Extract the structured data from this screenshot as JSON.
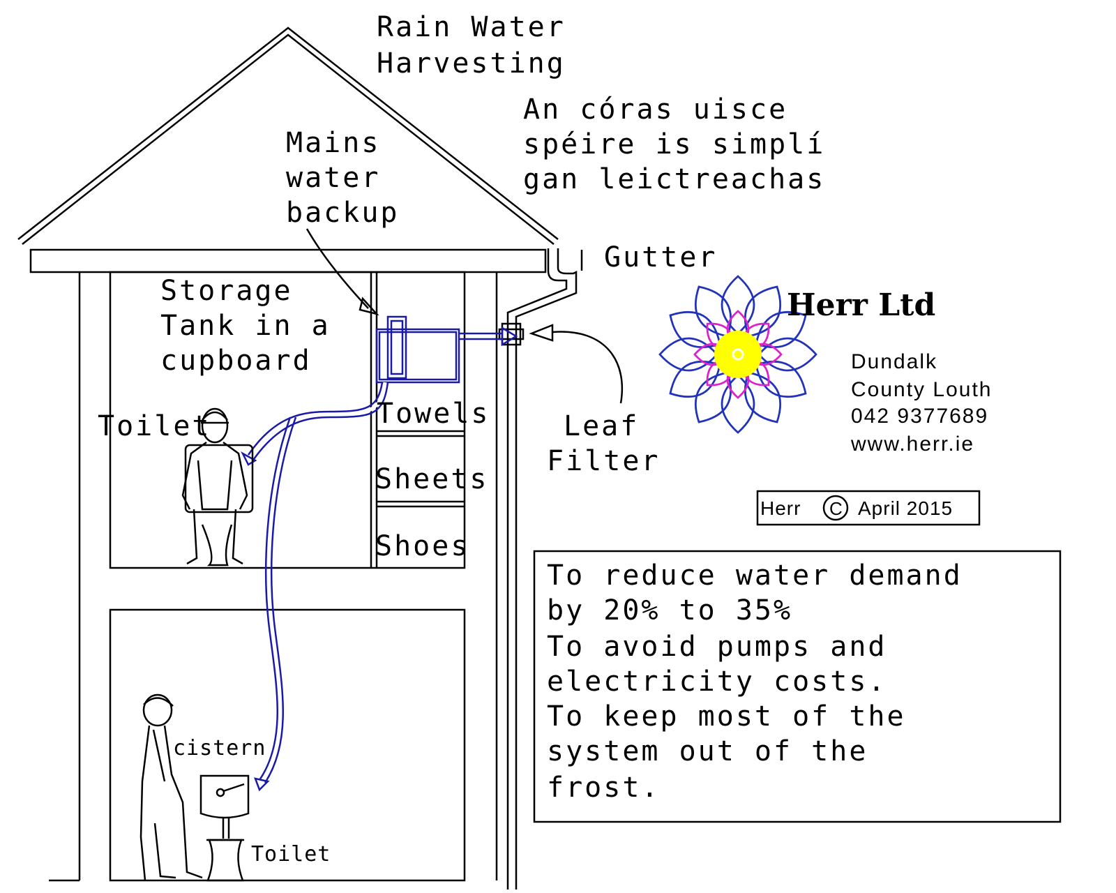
{
  "title": {
    "line1": "Rain Water",
    "line2": "Harvesting"
  },
  "irish_note": {
    "line1": "An córas uisce",
    "line2": "spéire is simplí",
    "line3": "gan leictreachas"
  },
  "labels": {
    "mains": [
      "Mains",
      "water",
      "backup"
    ],
    "storage": [
      "Storage",
      "Tank in a",
      "cupboard"
    ],
    "gutter": "Gutter",
    "leaf_filter": [
      "Leaf",
      "Filter"
    ],
    "toilet_upper": "Toilet",
    "toilet_lower": "Toilet",
    "cistern": "cistern",
    "shelves": [
      "Towels",
      "Sheets",
      "Shoes"
    ]
  },
  "company": {
    "name": "Herr  Ltd",
    "address1": "Dundalk",
    "address2": "County Louth",
    "phone": "042  9377689",
    "website": "www.herr.ie"
  },
  "copyright": {
    "owner": "Herr",
    "symbol": "C",
    "date": "April  2015"
  },
  "benefits": [
    "To reduce water demand",
    "by 20% to 35%",
    "To avoid pumps and",
    "electricity costs.",
    "To keep most of the",
    "system out of the",
    "frost."
  ],
  "colors": {
    "pipe": "#1a1aa8",
    "petal": "#2233bb",
    "inner_petal": "#dd22cc",
    "flower_center": "#ffff00"
  }
}
